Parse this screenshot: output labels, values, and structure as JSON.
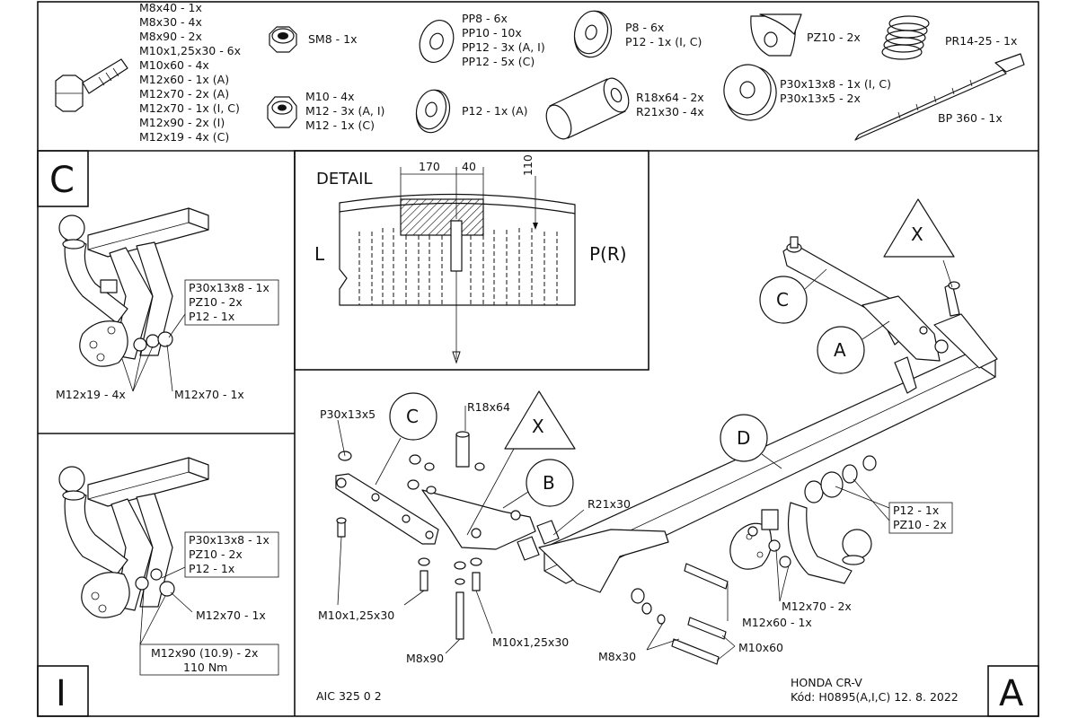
{
  "parts": {
    "bolts": [
      "M8x40 - 1x",
      "M8x30 - 4x",
      "M8x90 - 2x",
      "M10x1,25x30 - 6x",
      "M10x60 - 4x",
      "M12x60 - 1x (A)",
      "M12x70 - 2x (A)",
      "M12x70 - 1x (I, C)",
      "M12x90 - 2x (I)",
      "M12x19 - 4x (C)"
    ],
    "sm8": "SM8 - 1x",
    "nuts": [
      "M10 - 4x",
      "M12 - 3x (A, I)",
      "M12 - 1x (C)"
    ],
    "pp": [
      "PP8 - 6x",
      "PP10 - 10x",
      "PP12 - 3x (A, I)",
      "PP12 - 5x (C)"
    ],
    "p12a": "P12 - 1x (A)",
    "p8": [
      "P8 - 6x",
      "P12 - 1x (I, C)"
    ],
    "spacer": [
      "R18x64 - 2x",
      "R21x30 - 4x"
    ],
    "pz10": "PZ10 - 2x",
    "p30": [
      "P30x13x8 - 1x (I, C)",
      "P30x13x5 - 2x"
    ],
    "pr": "PR14-25 - 1x",
    "bp": "BP 360 - 1x"
  },
  "panel_c": {
    "corner": "C",
    "box": [
      "P30x13x8 - 1x",
      "PZ10 - 2x",
      "P12 - 1x"
    ],
    "label_left": "M12x19 - 4x",
    "label_right": "M12x70 - 1x"
  },
  "panel_i": {
    "corner": "I",
    "box": [
      "P30x13x8 - 1x",
      "PZ10 - 2x",
      "P12 - 1x"
    ],
    "label_right": "M12x70 - 1x",
    "torque_box": [
      "M12x90 (10.9) - 2x",
      "110 Nm"
    ]
  },
  "detail": {
    "title": "DETAIL",
    "dim1": "170",
    "dim2": "40",
    "dim3": "110",
    "left": "L",
    "right": "P(R)"
  },
  "main": {
    "circle_c": "C",
    "circle_a": "A",
    "circle_b": "B",
    "circle_d": "D",
    "triangle_x": "X",
    "p30x13x5": "P30x13x5",
    "r18x64": "R18x64",
    "r21x30": "R21x30",
    "p12_box": [
      "P12 - 1x",
      "PZ10 - 2x"
    ],
    "m12x70": "M12x70 - 2x",
    "m12x60": "M12x60 - 1x",
    "m10x60": "M10x60",
    "m8x30": "M8x30",
    "m10a": "M10x1,25x30",
    "m10b": "M10x1,25x30",
    "m8x90": "M8x90"
  },
  "footer": {
    "code": "AIC 325 0 2",
    "vehicle": "HONDA CR-V",
    "kod": "Kód: H0895(A,I,C)  12. 8. 2022",
    "corner": "A"
  }
}
